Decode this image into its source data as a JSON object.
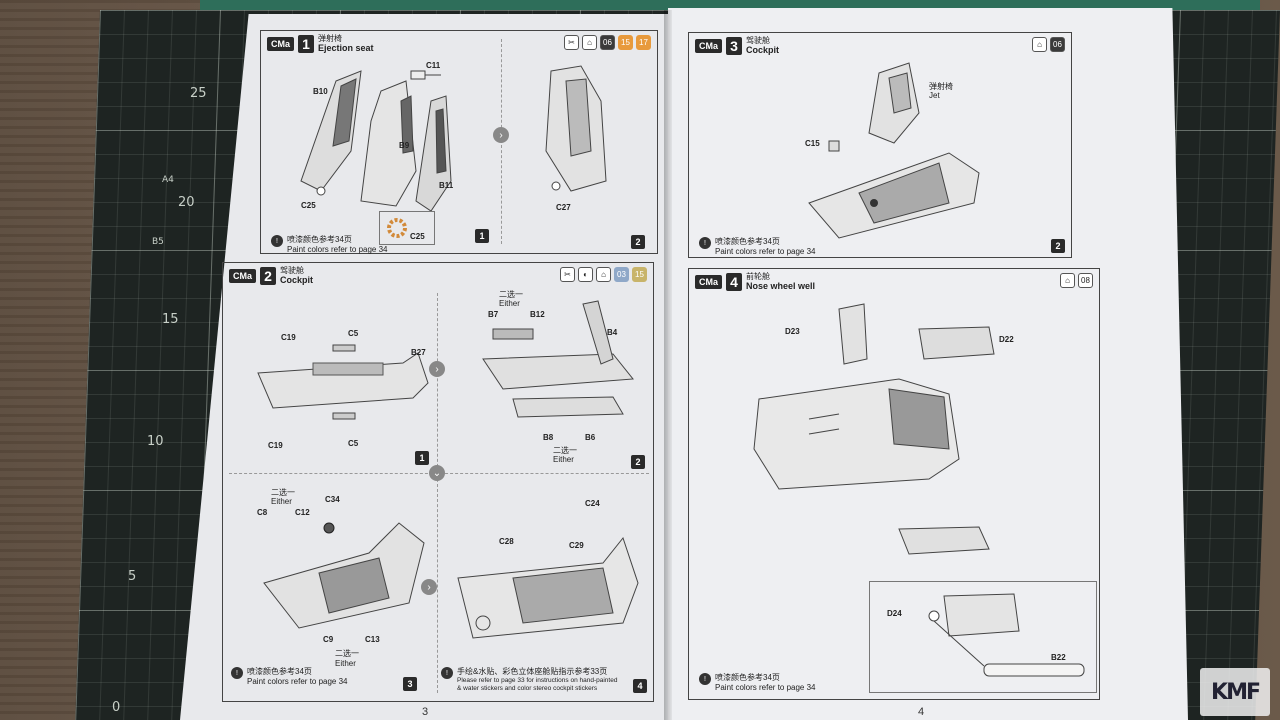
{
  "mat_numbers": [
    "25",
    "20",
    "15",
    "10",
    "5",
    "0",
    "A4",
    "B5"
  ],
  "pages": {
    "left_page_number": "3",
    "right_page_number": "4"
  },
  "step1": {
    "tag": "CMa",
    "number": "1",
    "title_cn": "弹射椅",
    "title_en": "Ejection seat",
    "icons": [
      "06",
      "15",
      "17"
    ],
    "parts": [
      "B10",
      "C11",
      "B9",
      "B11",
      "C25",
      "C27"
    ],
    "note_cn": "喷漆颜色参考34页",
    "note_en": "Paint colors refer to page 34",
    "sub1": "1",
    "sub2": "2",
    "inset_label": "C25"
  },
  "step2": {
    "tag": "CMa",
    "number": "2",
    "title_cn": "驾驶舱",
    "title_en": "Cockpit",
    "icons": [
      "03",
      "15"
    ],
    "parts_left": [
      "C19",
      "C5",
      "B27",
      "C19",
      "C5"
    ],
    "either_cn": "二选一",
    "either_en": "Either",
    "parts_right": [
      "B7",
      "B12",
      "B4",
      "B8",
      "B6"
    ],
    "parts_bottom_left": [
      "C8",
      "C12",
      "C34",
      "C9",
      "C13"
    ],
    "parts_bottom_right": [
      "C24",
      "C28",
      "C29"
    ],
    "note_cn": "喷漆颜色参考34页",
    "note_en": "Paint colors refer to page 34",
    "note2_cn": "手绘&水贴、彩色立体座舱贴指示参考33页",
    "note2_en1": "Please refer to page 33 for instructions on hand-painted",
    "note2_en2": "& water stickers and color stereo cockpit stickers",
    "subs": [
      "1",
      "2",
      "3",
      "4"
    ]
  },
  "step3": {
    "tag": "CMa",
    "number": "3",
    "title_cn": "驾驶舱",
    "title_en": "Cockpit",
    "icons": [
      "06"
    ],
    "seat_cn": "弹射椅",
    "seat_en": "Jet",
    "part": "C15",
    "note_cn": "喷漆颜色参考34页",
    "note_en": "Paint colors refer to page 34",
    "sub": "2"
  },
  "step4": {
    "tag": "CMa",
    "number": "4",
    "title_cn": "前轮舱",
    "title_en": "Nose wheel well",
    "icons": [
      "08"
    ],
    "parts": [
      "D23",
      "D22",
      "D24",
      "B22"
    ],
    "note_cn": "喷漆颜色参考34页",
    "note_en": "Paint colors refer to page 34"
  },
  "watermark": "KMF"
}
